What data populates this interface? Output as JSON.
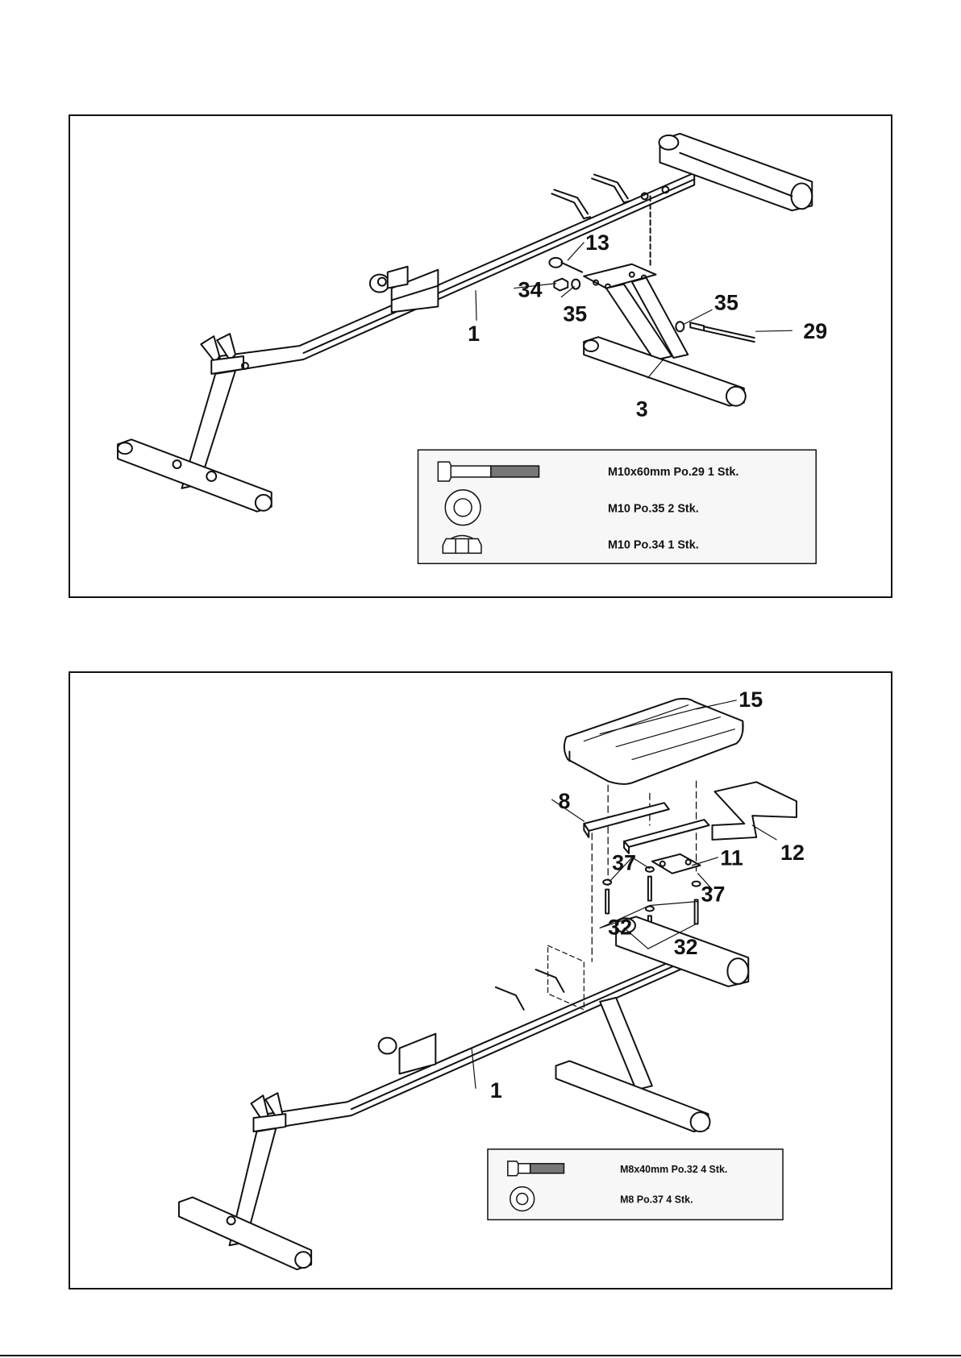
{
  "assembly_steps": [
    {
      "callouts": [
        "13",
        "34",
        "35",
        "35",
        "29",
        "1",
        "3"
      ],
      "hardware": [
        {
          "icon": "bolt-icon",
          "text": "M10x60mm  Po.29  1 Stk."
        },
        {
          "icon": "washer-icon",
          "text": "M10  Po.35  2 Stk."
        },
        {
          "icon": "nut-icon",
          "text": "M10  Po.34  1 Stk."
        }
      ]
    },
    {
      "callouts": [
        "15",
        "8",
        "12",
        "37",
        "11",
        "37",
        "32",
        "32",
        "1"
      ],
      "hardware": [
        {
          "icon": "bolt-icon",
          "text": "M8x40mm  Po.32  4 Stk."
        },
        {
          "icon": "washer-icon",
          "text": "M8  Po.37  4 Stk."
        }
      ]
    }
  ],
  "colors": {
    "line": "#111111",
    "background": "#ffffff",
    "box_fill": "#f7f7f7"
  }
}
